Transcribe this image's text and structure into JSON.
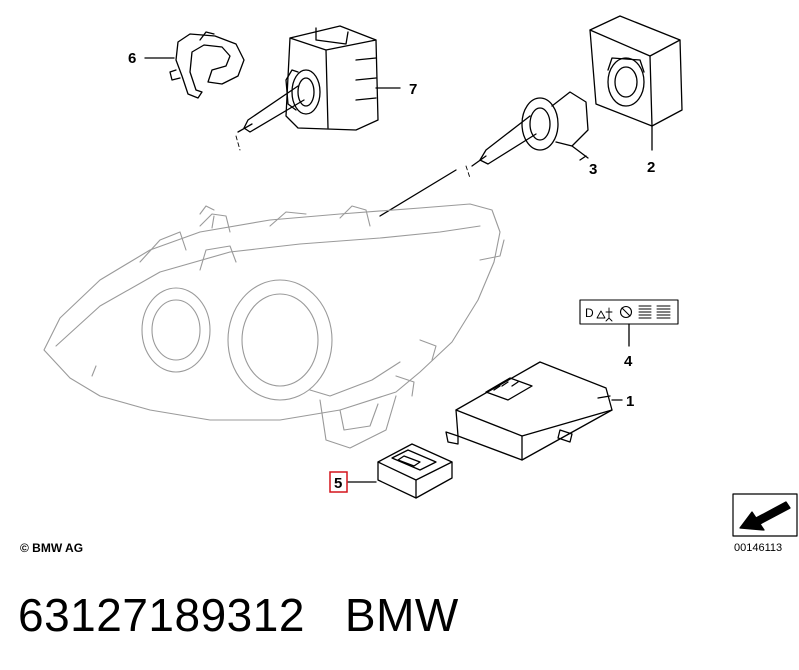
{
  "diagram": {
    "callouts": {
      "c1": "1",
      "c2": "2",
      "c3": "3",
      "c4": "4",
      "c5": "5",
      "c6": "6",
      "c7": "7"
    },
    "highlighted_callout": "5",
    "highlight_color": "#d4141c",
    "label_symbols": [
      "D",
      "person-warning-icon",
      "prohibited-icon",
      "hazard-stripes-icon",
      "hazard-stripes-icon"
    ]
  },
  "footer": {
    "copyright": "© BMW AG",
    "reference_number": "00146113"
  },
  "caption": {
    "part_number": "63127189312",
    "brand": "BMW"
  }
}
